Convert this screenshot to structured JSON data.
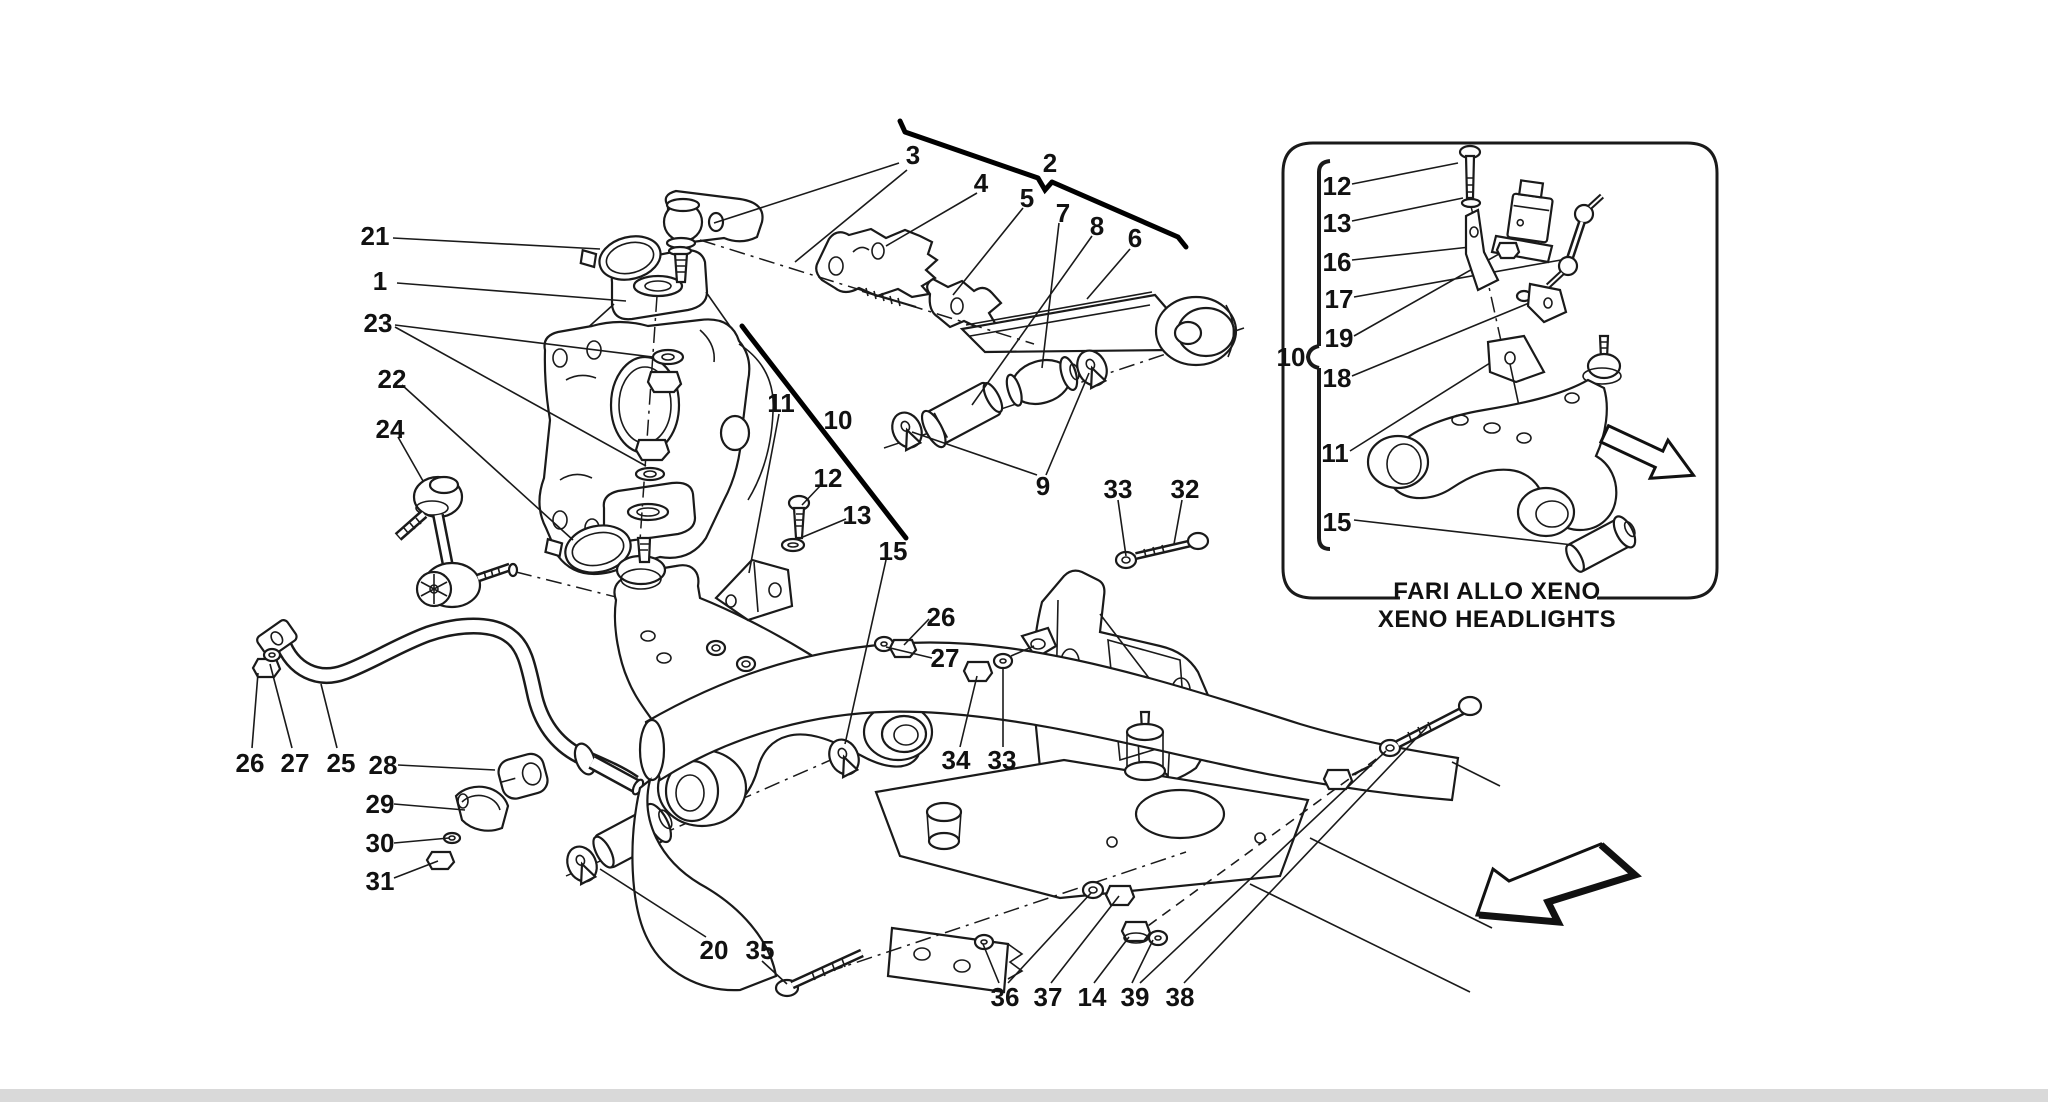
{
  "figure": {
    "kind": "exploded-parts-diagram",
    "subject": "front suspension and subframe line art",
    "background_color": "#ffffff",
    "line_color": "#1a1a1a",
    "footer_strip_color": "#d9d9d9"
  },
  "callouts": {
    "1": "1",
    "2": "2",
    "3": "3",
    "4": "4",
    "5": "5",
    "6": "6",
    "7": "7",
    "8": "8",
    "9": "9",
    "10": "10",
    "11": "11",
    "12": "12",
    "13": "13",
    "14": "14",
    "15": "15",
    "16": "16",
    "17": "17",
    "18": "18",
    "19": "19",
    "20": "20",
    "21": "21",
    "22": "22",
    "23": "23",
    "24": "24",
    "25": "25",
    "26": "26",
    "27": "27",
    "28": "28",
    "29": "29",
    "30": "30",
    "31": "31",
    "32": "32",
    "33": "33",
    "34": "34",
    "35": "35",
    "36": "36",
    "37": "37",
    "38": "38",
    "39": "39"
  },
  "inset": {
    "group_label": "10",
    "caption_line1": "FARI ALLO XENO",
    "caption_line2": "XENO HEADLIGHTS"
  },
  "icons": {
    "main_direction_arrow": "arrow-down-left",
    "inset_direction_arrow": "arrow-down-right"
  }
}
